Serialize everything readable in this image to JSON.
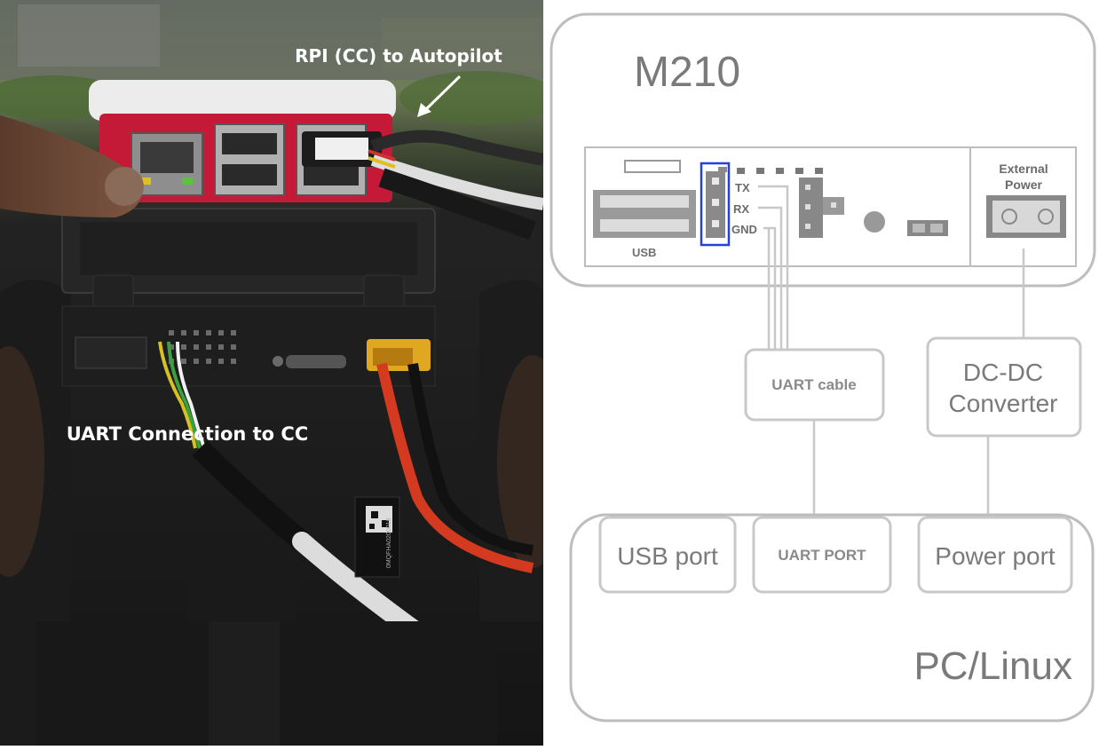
{
  "photo": {
    "callout_top": "RPI (CC) to Autopilot",
    "callout_bottom": "UART Connection to CC",
    "qr_code_text": "0MQFHA0200018"
  },
  "diagram": {
    "m210_title": "M210",
    "usb_label": "USB",
    "pins": [
      "TX",
      "RX",
      "GND"
    ],
    "external_power_line1": "External",
    "external_power_line2": "Power",
    "uart_cable": "UART cable",
    "dcdc_line1": "DC-DC",
    "dcdc_line2": "Converter",
    "usb_port": "USB port",
    "uart_port": "UART PORT",
    "power_port": "Power port",
    "pc_linux": "PC/Linux"
  },
  "colors": {
    "raspberry_case": "#c41a38",
    "highlight_blue": "#2740d8",
    "diagram_line": "#bdbdbd",
    "diagram_text": "#7a7a7a"
  }
}
